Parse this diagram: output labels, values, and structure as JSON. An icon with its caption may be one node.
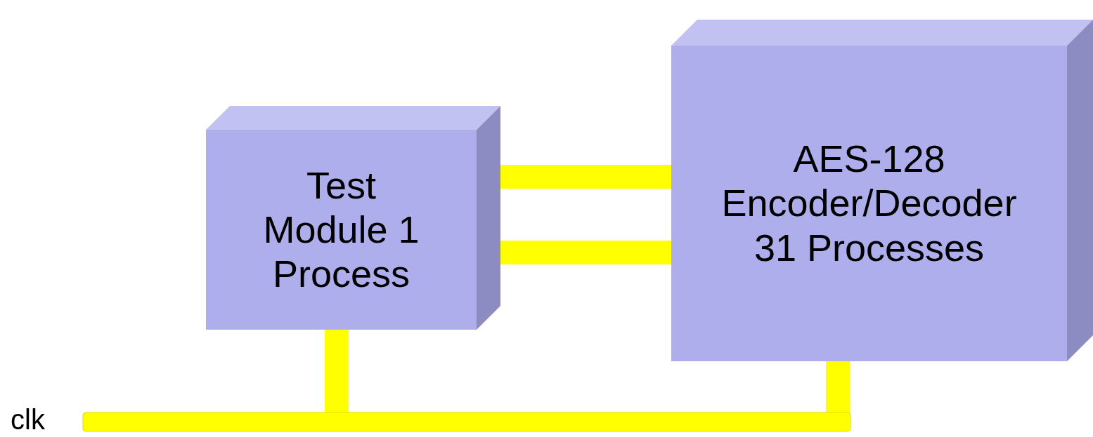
{
  "diagram": {
    "nodes": [
      {
        "text": [
          "Test Module 1 Process"
        ]
      },
      {
        "text": [
          "AES-128 Encoder/Decoder 31 Processes"
        ]
      },
      {
        "text": [],
        "shape": "bar",
        "beside": [
          "clk"
        ]
      }
    ],
    "edges": [
      {
        "from": 0,
        "to": 1,
        "arrow": "none"
      },
      {
        "from": 0,
        "to": 1,
        "arrow": "none"
      },
      {
        "from": 0,
        "to": 2,
        "arrow": "none"
      },
      {
        "from": 1,
        "to": 2,
        "arrow": "none"
      }
    ]
  }
}
